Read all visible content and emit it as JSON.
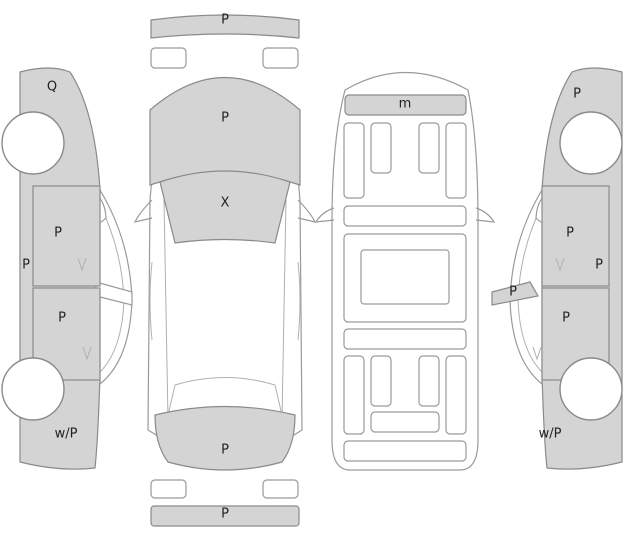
{
  "panels": {
    "front_bumper": "P",
    "hood": "P",
    "windshield": "X",
    "trunk": "P",
    "rear_bumper": "P",
    "roof": "m",
    "left_front_fender": "Q",
    "left_front_door": "P",
    "left_rear_door": "P",
    "left_side_sill": "P",
    "left_rear_quarter": "w/P",
    "right_front_fender": "P",
    "right_front_door": "P",
    "right_rear_door": "P",
    "right_side_sill": "P",
    "right_pillar": "P",
    "right_rear_quarter": "w/P"
  },
  "colors": {
    "damaged_fill": "#d4d4d4",
    "outline": "#9a9a9a"
  }
}
